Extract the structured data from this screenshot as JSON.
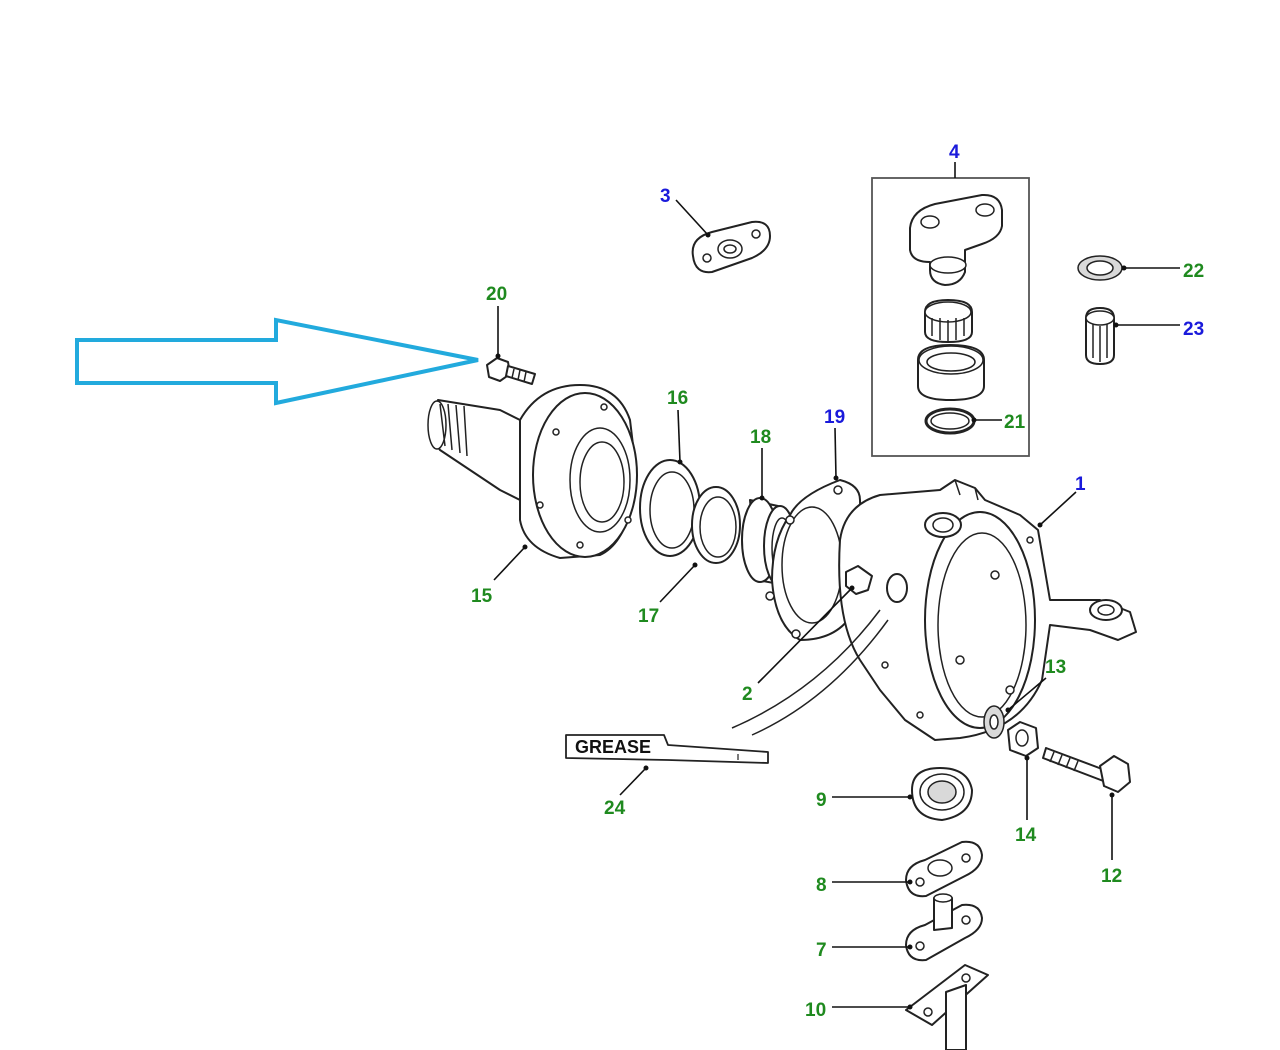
{
  "colors": {
    "green_label": "#1f8a1f",
    "blue_label": "#1a1adb",
    "arrow": "#22aadd",
    "line": "#222222"
  },
  "grease_label": "GREASE",
  "callouts": [
    {
      "id": "1",
      "color": "blue"
    },
    {
      "id": "2",
      "color": "green"
    },
    {
      "id": "3",
      "color": "blue"
    },
    {
      "id": "4",
      "color": "blue"
    },
    {
      "id": "7",
      "color": "green"
    },
    {
      "id": "8",
      "color": "green"
    },
    {
      "id": "9",
      "color": "green"
    },
    {
      "id": "10",
      "color": "green"
    },
    {
      "id": "12",
      "color": "green"
    },
    {
      "id": "13",
      "color": "green"
    },
    {
      "id": "14",
      "color": "green"
    },
    {
      "id": "15",
      "color": "green"
    },
    {
      "id": "16",
      "color": "green"
    },
    {
      "id": "17",
      "color": "green"
    },
    {
      "id": "18",
      "color": "green"
    },
    {
      "id": "19",
      "color": "blue"
    },
    {
      "id": "20",
      "color": "green"
    },
    {
      "id": "21",
      "color": "green"
    },
    {
      "id": "22",
      "color": "green"
    },
    {
      "id": "23",
      "color": "blue"
    },
    {
      "id": "24",
      "color": "green"
    }
  ],
  "highlight_arrow": {
    "points_to": "20",
    "color": "light-blue"
  }
}
